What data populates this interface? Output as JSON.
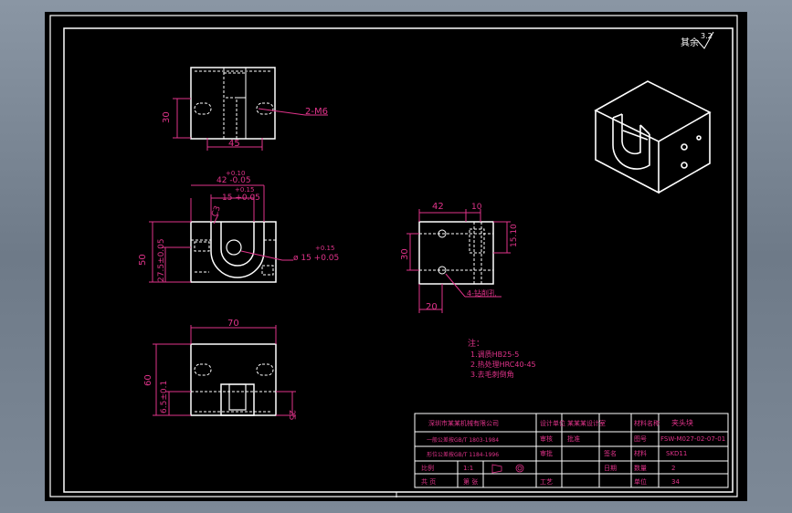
{
  "roughness_note": "其余",
  "roughness_value": "3.2",
  "dims": {
    "top_view_height": "30",
    "top_view_width": "45",
    "top_view_thread": "2-M6",
    "front_top_tol": "+0.10",
    "front_top_dim": "42 -0.05",
    "front_inner_tol": "+0.15",
    "front_inner_dim": "15 +0.05",
    "front_radius": "C3",
    "front_left_height": "50",
    "front_left_inner": "27.5±0.05",
    "front_bore_tol": "+0.15",
    "front_bore": "ø 15 +0.05",
    "bottom_width": "70",
    "bottom_height": "60",
    "bottom_inner": "6.5±0.1",
    "bottom_right": "25",
    "side_top_left": "42",
    "side_top_right": "10",
    "side_right": "15.10",
    "side_left": "30",
    "side_bottom": "20",
    "side_holes": "4-钻削孔"
  },
  "notes": {
    "title": "注：",
    "line1": "1.调质HB25-5",
    "line2": "2.热处理HRC40-45",
    "line3": "3.去毛刺倒角"
  },
  "title_block": {
    "company": "深圳市某某机械有限公司",
    "std1": "一般公差按GB/T 1803-1984",
    "std2": "形位公差按GB/T 1184-1996",
    "scale_label": "比例",
    "scale_val": "1:1",
    "sheet_label": "共 页",
    "sheet_val": "第 张",
    "design_label": "设计单位",
    "design_val": "某某某设计室",
    "check_label": "审核",
    "check_val": "批准",
    "approve_label": "审批",
    "process_label": "工艺",
    "material_label": "材料名称",
    "material_val": "夹头块",
    "drawing_label": "图号",
    "drawing_val": "FSW-M027-02-07-01",
    "mat_label": "材料",
    "mat_val": "SKD11",
    "qty_label": "数量",
    "qty_val": "2",
    "unit_label": "单位",
    "unit_val": "34",
    "sign_label": "签名",
    "date_label": "日期"
  }
}
